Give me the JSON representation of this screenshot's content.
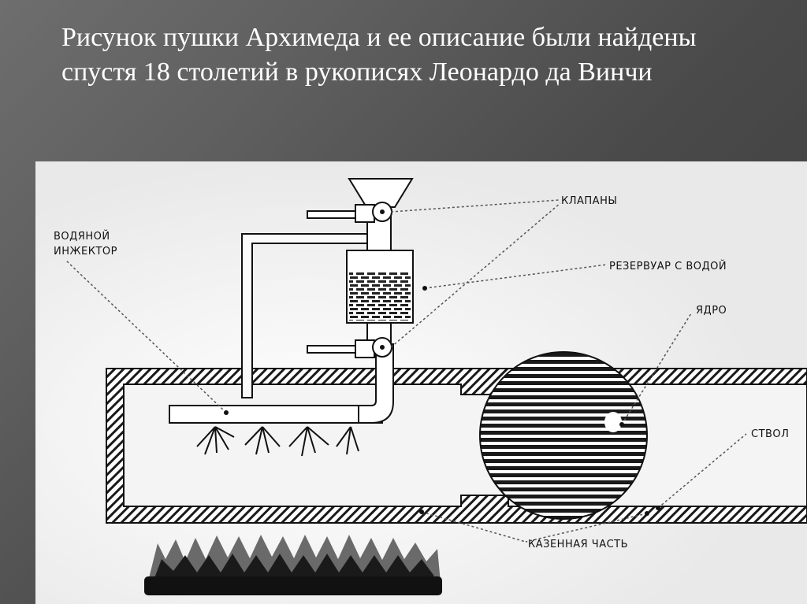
{
  "slide": {
    "title": "Рисунок пушки Архимеда и ее описание были найдены спустя 18 столетий в рукописях Леонардо да Винчи"
  },
  "diagram": {
    "labels": {
      "valves": "КЛАПАНЫ",
      "water_injector_line1": "ВОДЯНОЙ",
      "water_injector_line2": "ИНЖЕКТОР",
      "water_reservoir": "РЕЗЕРВУАР С ВОДОЙ",
      "core": "ЯДРО",
      "barrel": "СТВОЛ",
      "breech": "КАЗЕННАЯ ЧАСТЬ"
    }
  }
}
